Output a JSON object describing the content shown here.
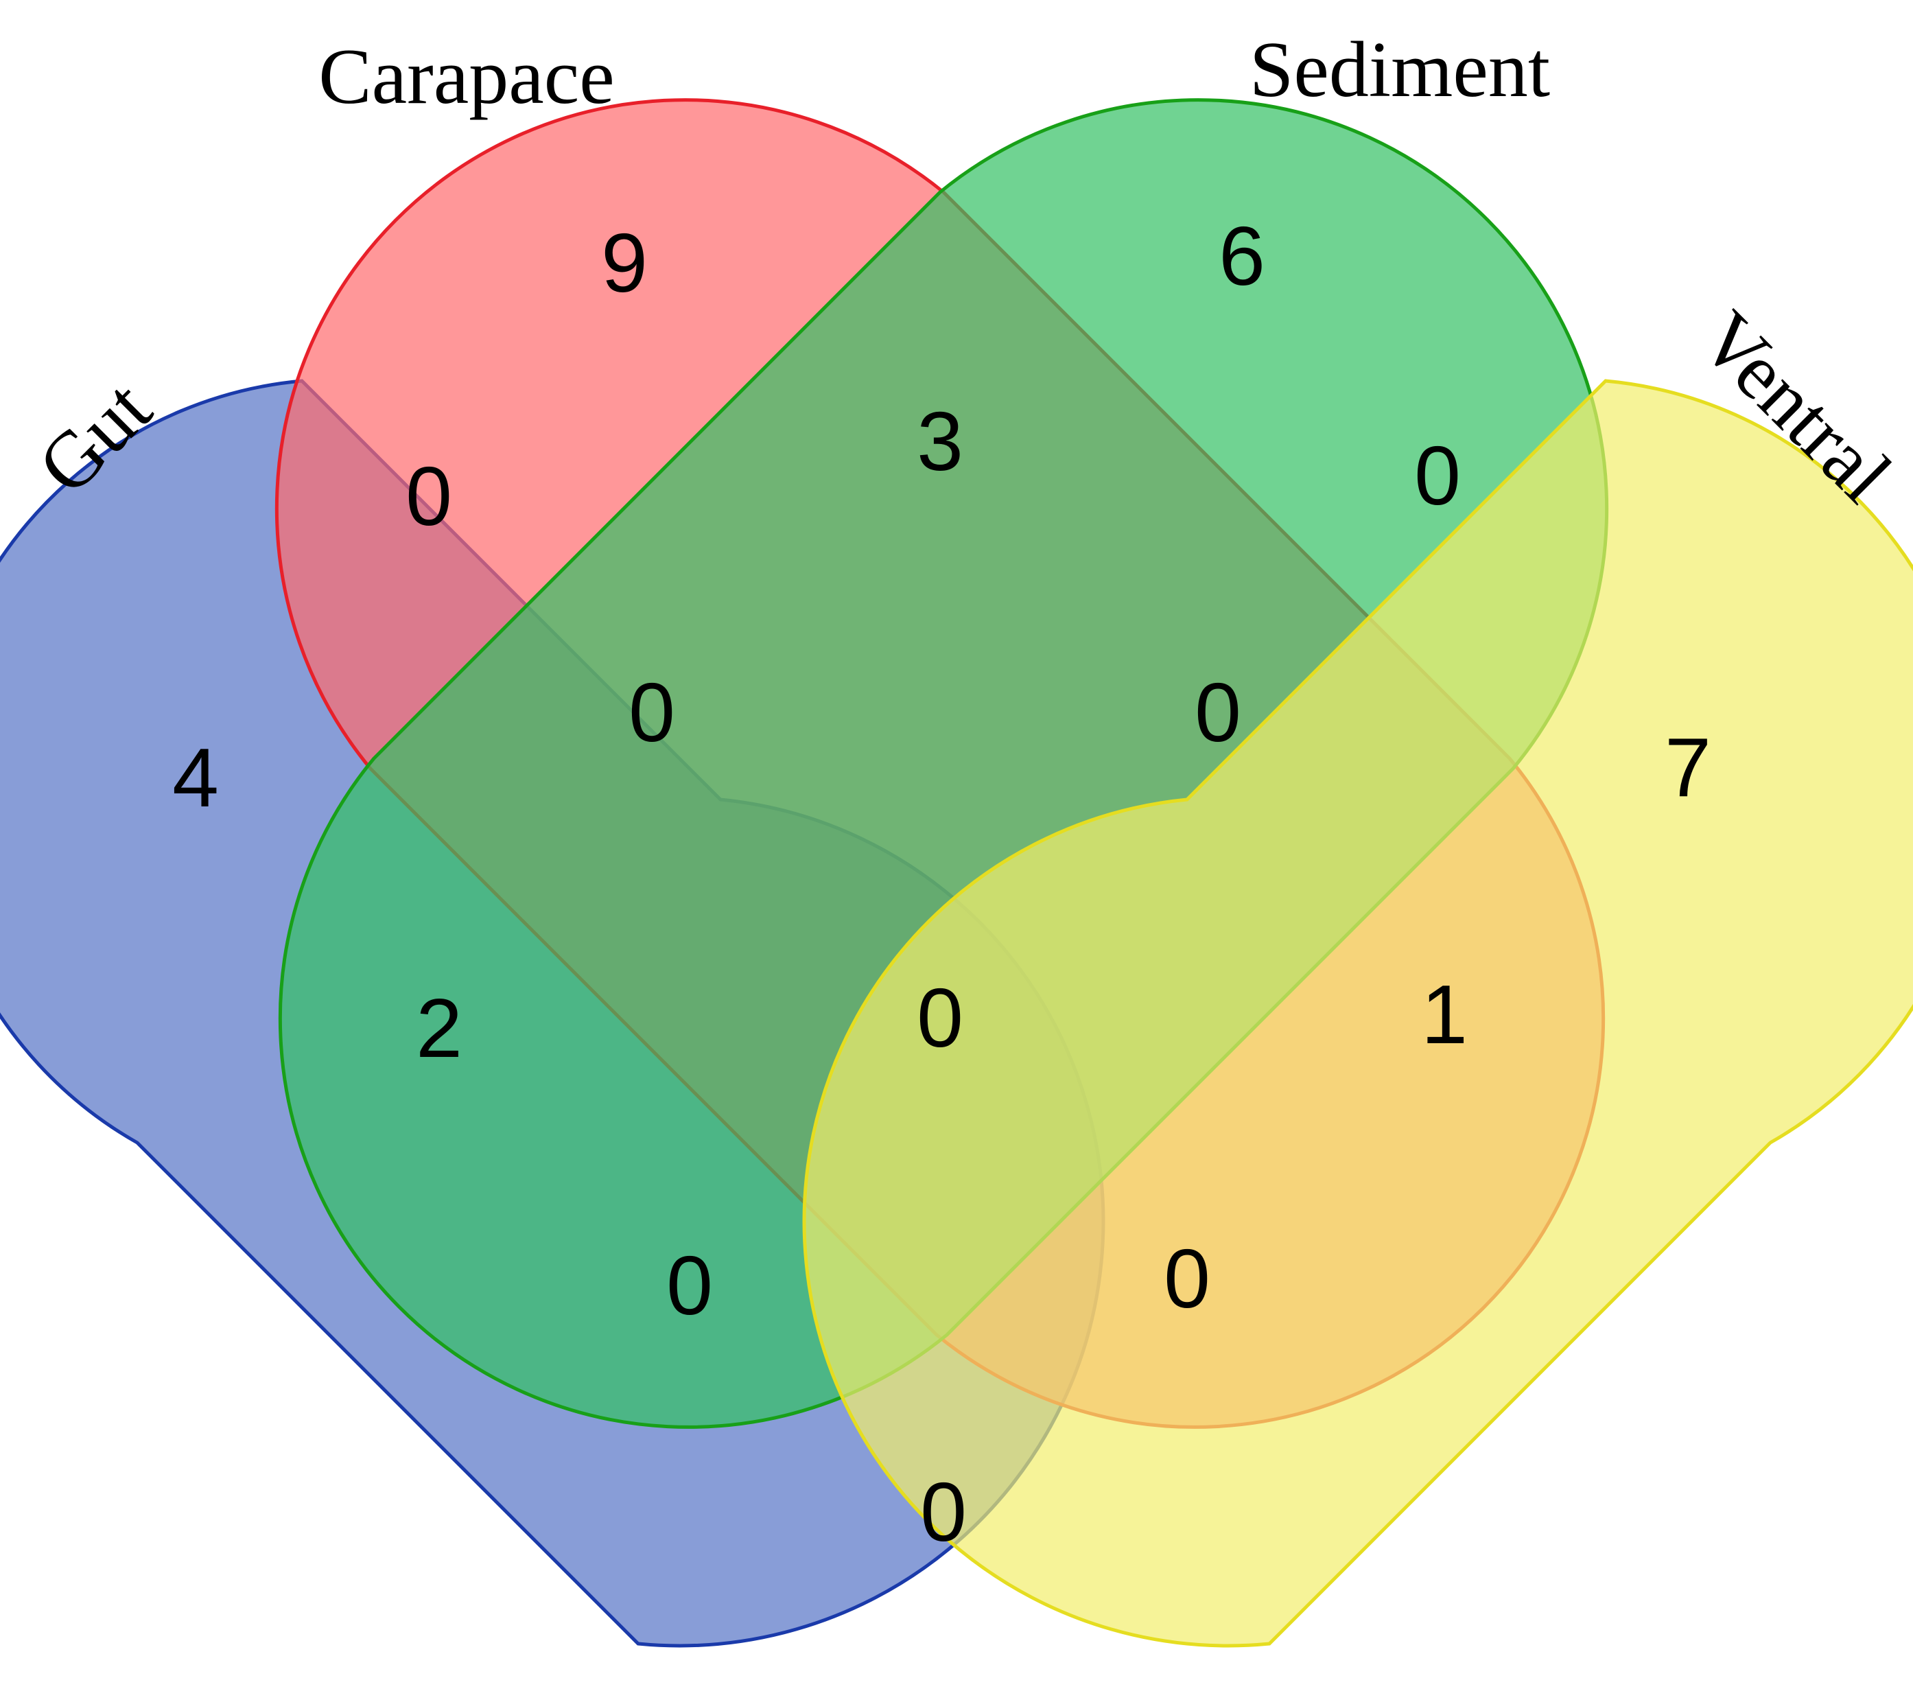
{
  "sets": [
    {
      "id": "gut",
      "name": "Gut",
      "fill": "#5574c6",
      "stroke": "#1a3aaa"
    },
    {
      "id": "carapace",
      "name": "Carapace",
      "fill": "#ff6b6e",
      "stroke": "#e8202a"
    },
    {
      "id": "sediment",
      "name": "Sediment",
      "fill": "#33c064",
      "stroke": "#18a018"
    },
    {
      "id": "ventral",
      "name": "Ventral",
      "fill": "#f2ee6c",
      "stroke": "#e5dd20"
    }
  ],
  "regions": {
    "carapace_only": "9",
    "sediment_only": "6",
    "gut_only": "4",
    "ventral_only": "7",
    "gut_carapace": "0",
    "carapace_sediment": "3",
    "sediment_ventral": "0",
    "gut_carapace_sediment": "0",
    "carapace_sediment_ventral": "0",
    "gut_sediment": "2",
    "all_four": "0",
    "carapace_ventral": "1",
    "gut_sediment_ventral": "0",
    "gut_carapace_ventral": "0",
    "gut_ventral": "0"
  }
}
